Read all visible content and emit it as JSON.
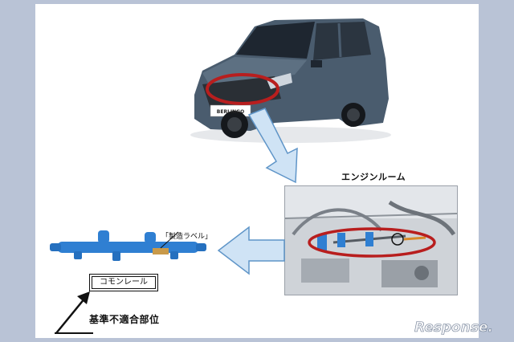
{
  "car": {
    "badge": "BERLINGO"
  },
  "engine": {
    "title": "エンジンルーム"
  },
  "part": {
    "callout": "「製造ラベル」",
    "name": "コモンレール",
    "tag": "基準不適合部位"
  },
  "watermark": {
    "text": "Response."
  },
  "colors": {
    "background": "#b9c3d6",
    "highlight_ring": "#b81e1e",
    "arrow_fill": "#cfe3f5",
    "arrow_stroke": "#5f95c8",
    "rail_blue": "#2f7fd2",
    "car_body": "#4a5c6e"
  }
}
